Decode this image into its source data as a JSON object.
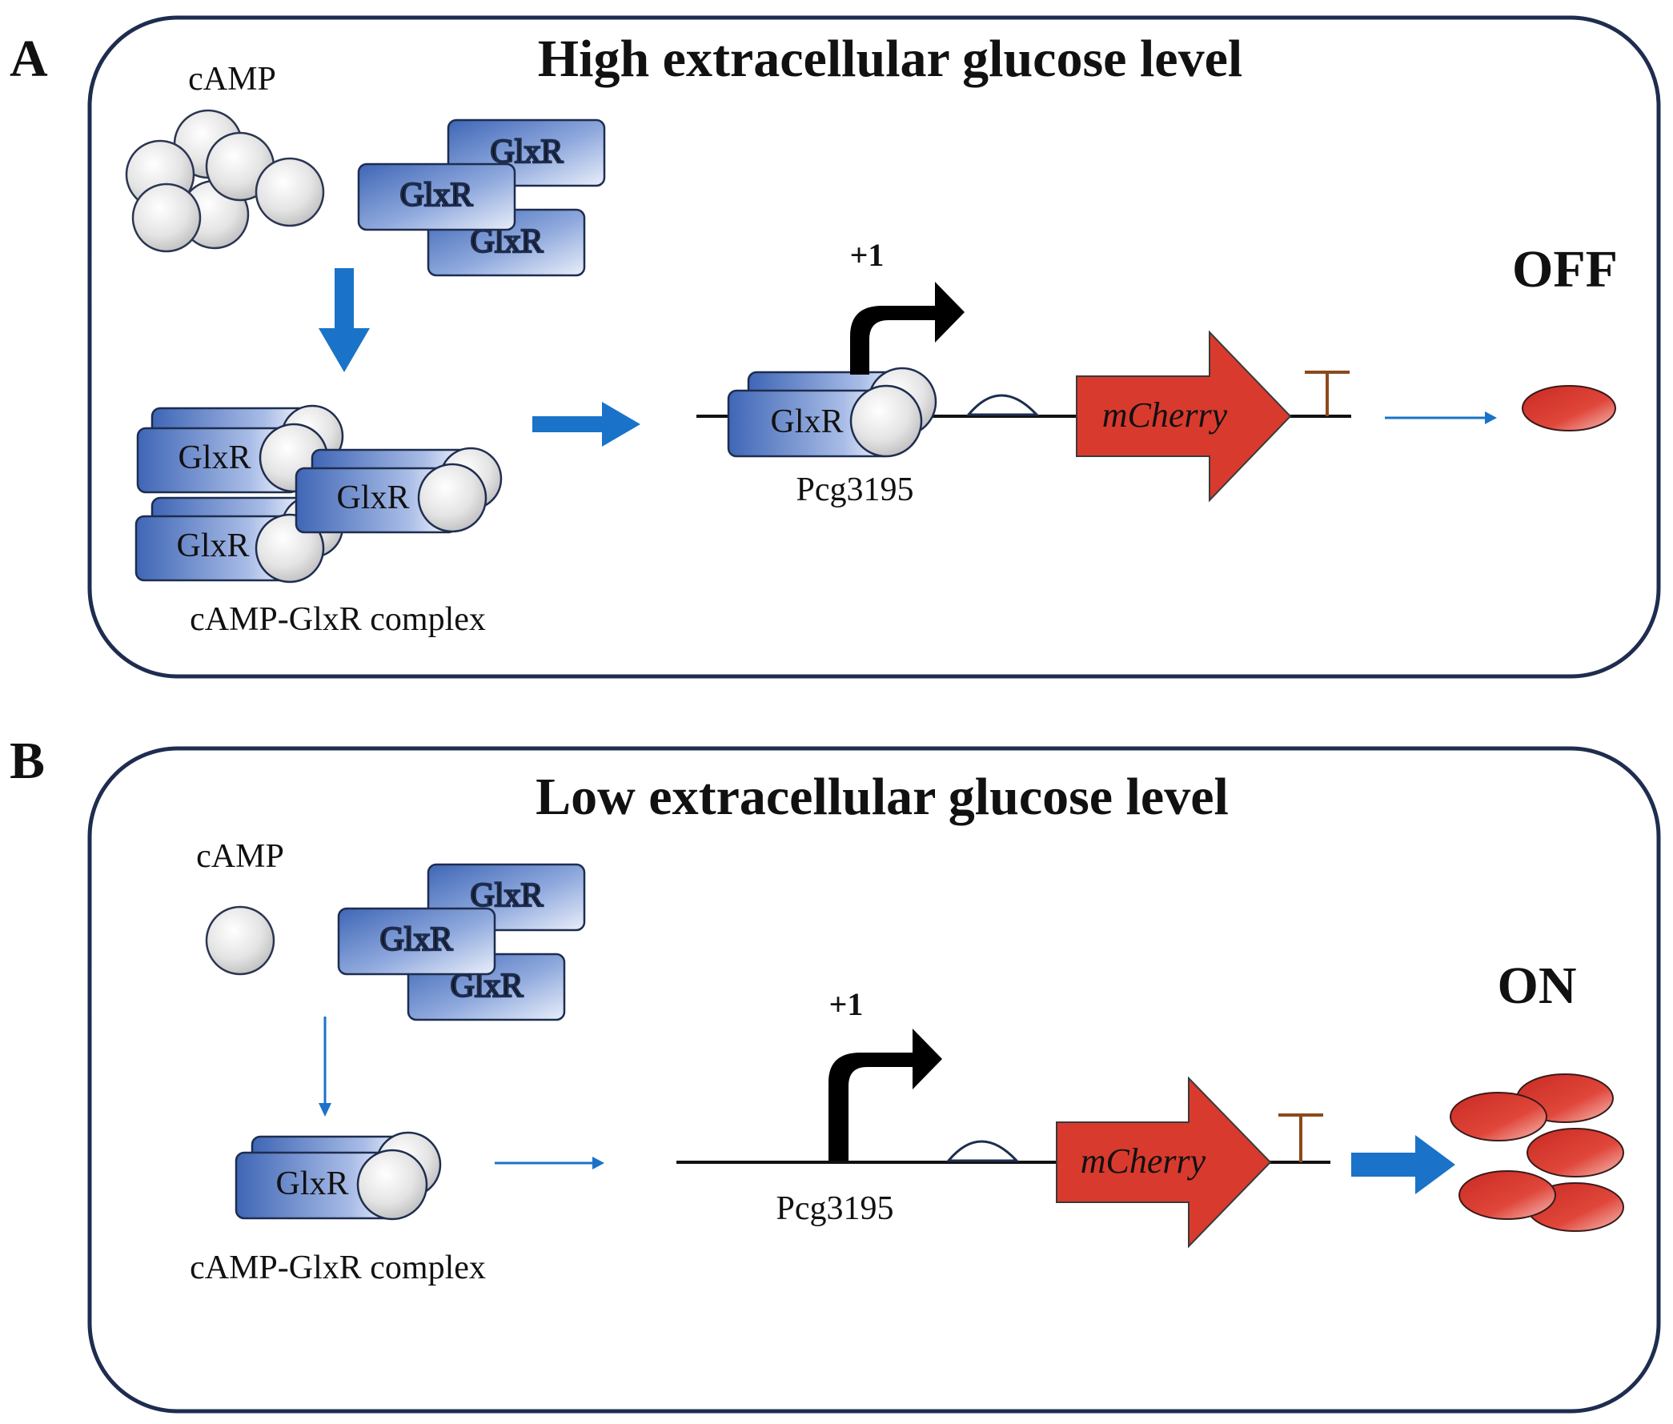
{
  "colors": {
    "panel_border": "#1e2d4f",
    "arrow_blue": "#1a73c8",
    "protein_blue": "#5b7fc4",
    "gene_red": "#d93a2e",
    "terminator": "#8b4a1c",
    "camp_gray": "#d8d8d8"
  },
  "panels": {
    "a": {
      "letter": "A",
      "title": "High extracellular glucose level",
      "camp_label": "cAMP",
      "glxr_labels": [
        "GlxR",
        "GlxR",
        "GlxR"
      ],
      "complex_labels": [
        "GlxR",
        "GlxR",
        "GlxR"
      ],
      "complex_caption": "cAMP-GlxR complex",
      "tss_label": "+1",
      "bound_label": "GlxR",
      "promoter_label": "Pcg3195",
      "gene_label": "mCherry",
      "state": "OFF"
    },
    "b": {
      "letter": "B",
      "title": "Low extracellular glucose level",
      "camp_label": "cAMP",
      "glxr_labels": [
        "GlxR",
        "GlxR",
        "GlxR"
      ],
      "complex_labels": [
        "GlxR"
      ],
      "complex_caption": "cAMP-GlxR complex",
      "tss_label": "+1",
      "promoter_label": "Pcg3195",
      "gene_label": "mCherry",
      "state": "ON"
    }
  }
}
